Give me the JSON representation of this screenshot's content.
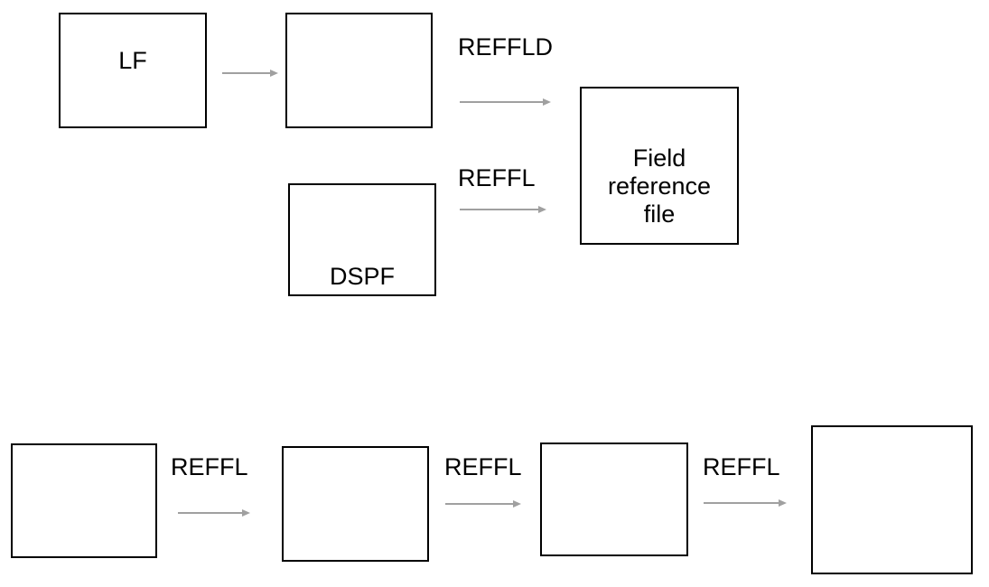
{
  "colors": {
    "box_border": "#000000",
    "text": "#000000",
    "arrow": "#a0a0a0"
  },
  "top_flow": {
    "lf_box_label": "LF",
    "reffld_label": "REFFLD",
    "reffl_label": "REFFL",
    "dspf_box_label": "DSPF",
    "field_reference_file_label": "Field\nreference\nfile"
  },
  "bottom_flow": {
    "arrow_labels": [
      "REFFL",
      "REFFL",
      "REFFL"
    ]
  }
}
